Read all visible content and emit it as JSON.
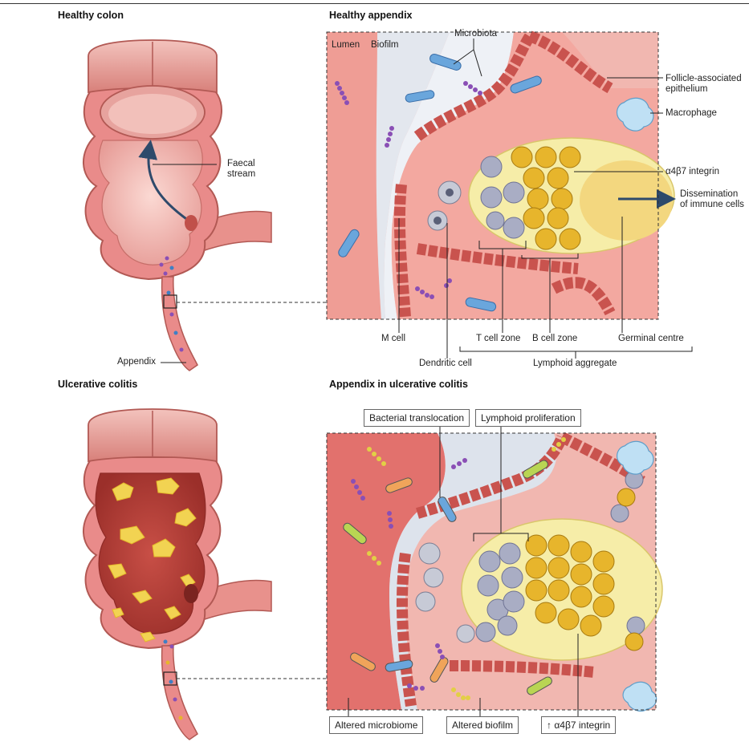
{
  "sections": {
    "healthy_colon": "Healthy colon",
    "healthy_appendix": "Healthy appendix",
    "ulcerative_colitis": "Ulcerative colitis",
    "appendix_uc": "Appendix in ulcerative colitis"
  },
  "healthy_colon_labels": {
    "faecal_stream": [
      "Faecal",
      "stream"
    ],
    "appendix": "Appendix"
  },
  "healthy_appendix_labels": {
    "microbiota": "Microbiota",
    "lumen": "Lumen",
    "biofilm": "Biofilm",
    "follicle_epithelium": [
      "Follicle-associated",
      "epithelium"
    ],
    "macrophage": "Macrophage",
    "integrin": "α4β7 integrin",
    "dissemination": [
      "Dissemination",
      "of immune cells"
    ],
    "m_cell": "M cell",
    "dendritic_cell": "Dendritic cell",
    "t_cell_zone": "T cell zone",
    "b_cell_zone": "B cell zone",
    "germinal_centre": "Germinal centre",
    "lymphoid_aggregate": "Lymphoid aggregate"
  },
  "uc_appendix_labels": {
    "bacterial_translocation": "Bacterial translocation",
    "lymphoid_proliferation": "Lymphoid proliferation",
    "altered_microbiome": "Altered microbiome",
    "altered_biofilm": "Altered biofilm",
    "increased_integrin": "↑ α4β7 integrin"
  },
  "colors": {
    "tissue_pink": "#e98b8a",
    "tissue_light": "#f6c9c4",
    "lumen_grey": "#dde3ec",
    "follicle_yellow": "#f6eda8",
    "b_cell_gold": "#e7b52c",
    "t_cell_grey": "#a9adc4",
    "arrow_navy": "#2e4a6b",
    "inflamed_yellow": "#f2d352"
  }
}
